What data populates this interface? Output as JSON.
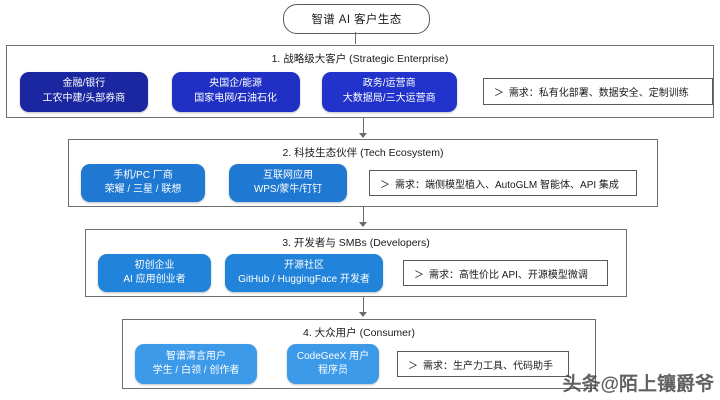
{
  "root": {
    "label": "智谱 AI 客户生态"
  },
  "watermark": {
    "text": "头条@陌上镶爵爷"
  },
  "colors": {
    "tier1_chip": "#1b27a0",
    "tier2_chip": "#1f78d1",
    "tier3_chip": "#2183da",
    "tier4_chip": "#3d9ae8",
    "border": "#6e6e6e",
    "text": "#1a1a1a"
  },
  "tiers": [
    {
      "title": "1. 战略级大客户 (Strategic Enterprise)",
      "chips": [
        {
          "line1": "金融/银行",
          "line2": "工农中建/头部券商"
        },
        {
          "line1": "央国企/能源",
          "line2": "国家电网/石油石化"
        },
        {
          "line1": "政务/运营商",
          "line2": "大数据局/三大运营商"
        }
      ],
      "requirement": {
        "caret": "＞",
        "text": "需求：私有化部署、数据安全、定制训练"
      }
    },
    {
      "title": "2. 科技生态伙伴 (Tech Ecosystem)",
      "chips": [
        {
          "line1": "手机/PC 厂商",
          "line2": "荣耀 / 三星 / 联想"
        },
        {
          "line1": "互联网应用",
          "line2": "WPS/蒙牛/钉钉"
        }
      ],
      "requirement": {
        "caret": "＞",
        "text": "需求：端侧模型植入、AutoGLM 智能体、API 集成"
      }
    },
    {
      "title": "3. 开发者与 SMBs (Developers)",
      "chips": [
        {
          "line1": "初创企业",
          "line2": "AI 应用创业者"
        },
        {
          "line1": "开源社区",
          "line2": "GitHub / HuggingFace 开发者"
        }
      ],
      "requirement": {
        "caret": "＞",
        "text": "需求：高性价比 API、开源模型微调"
      }
    },
    {
      "title": "4. 大众用户 (Consumer)",
      "chips": [
        {
          "line1": "智谱清言用户",
          "line2": "学生 / 白领 / 创作者"
        },
        {
          "line1": "CodeGeeX 用户",
          "line2": "程序员"
        }
      ],
      "requirement": {
        "caret": "＞",
        "text": "需求：生产力工具、代码助手"
      }
    }
  ]
}
